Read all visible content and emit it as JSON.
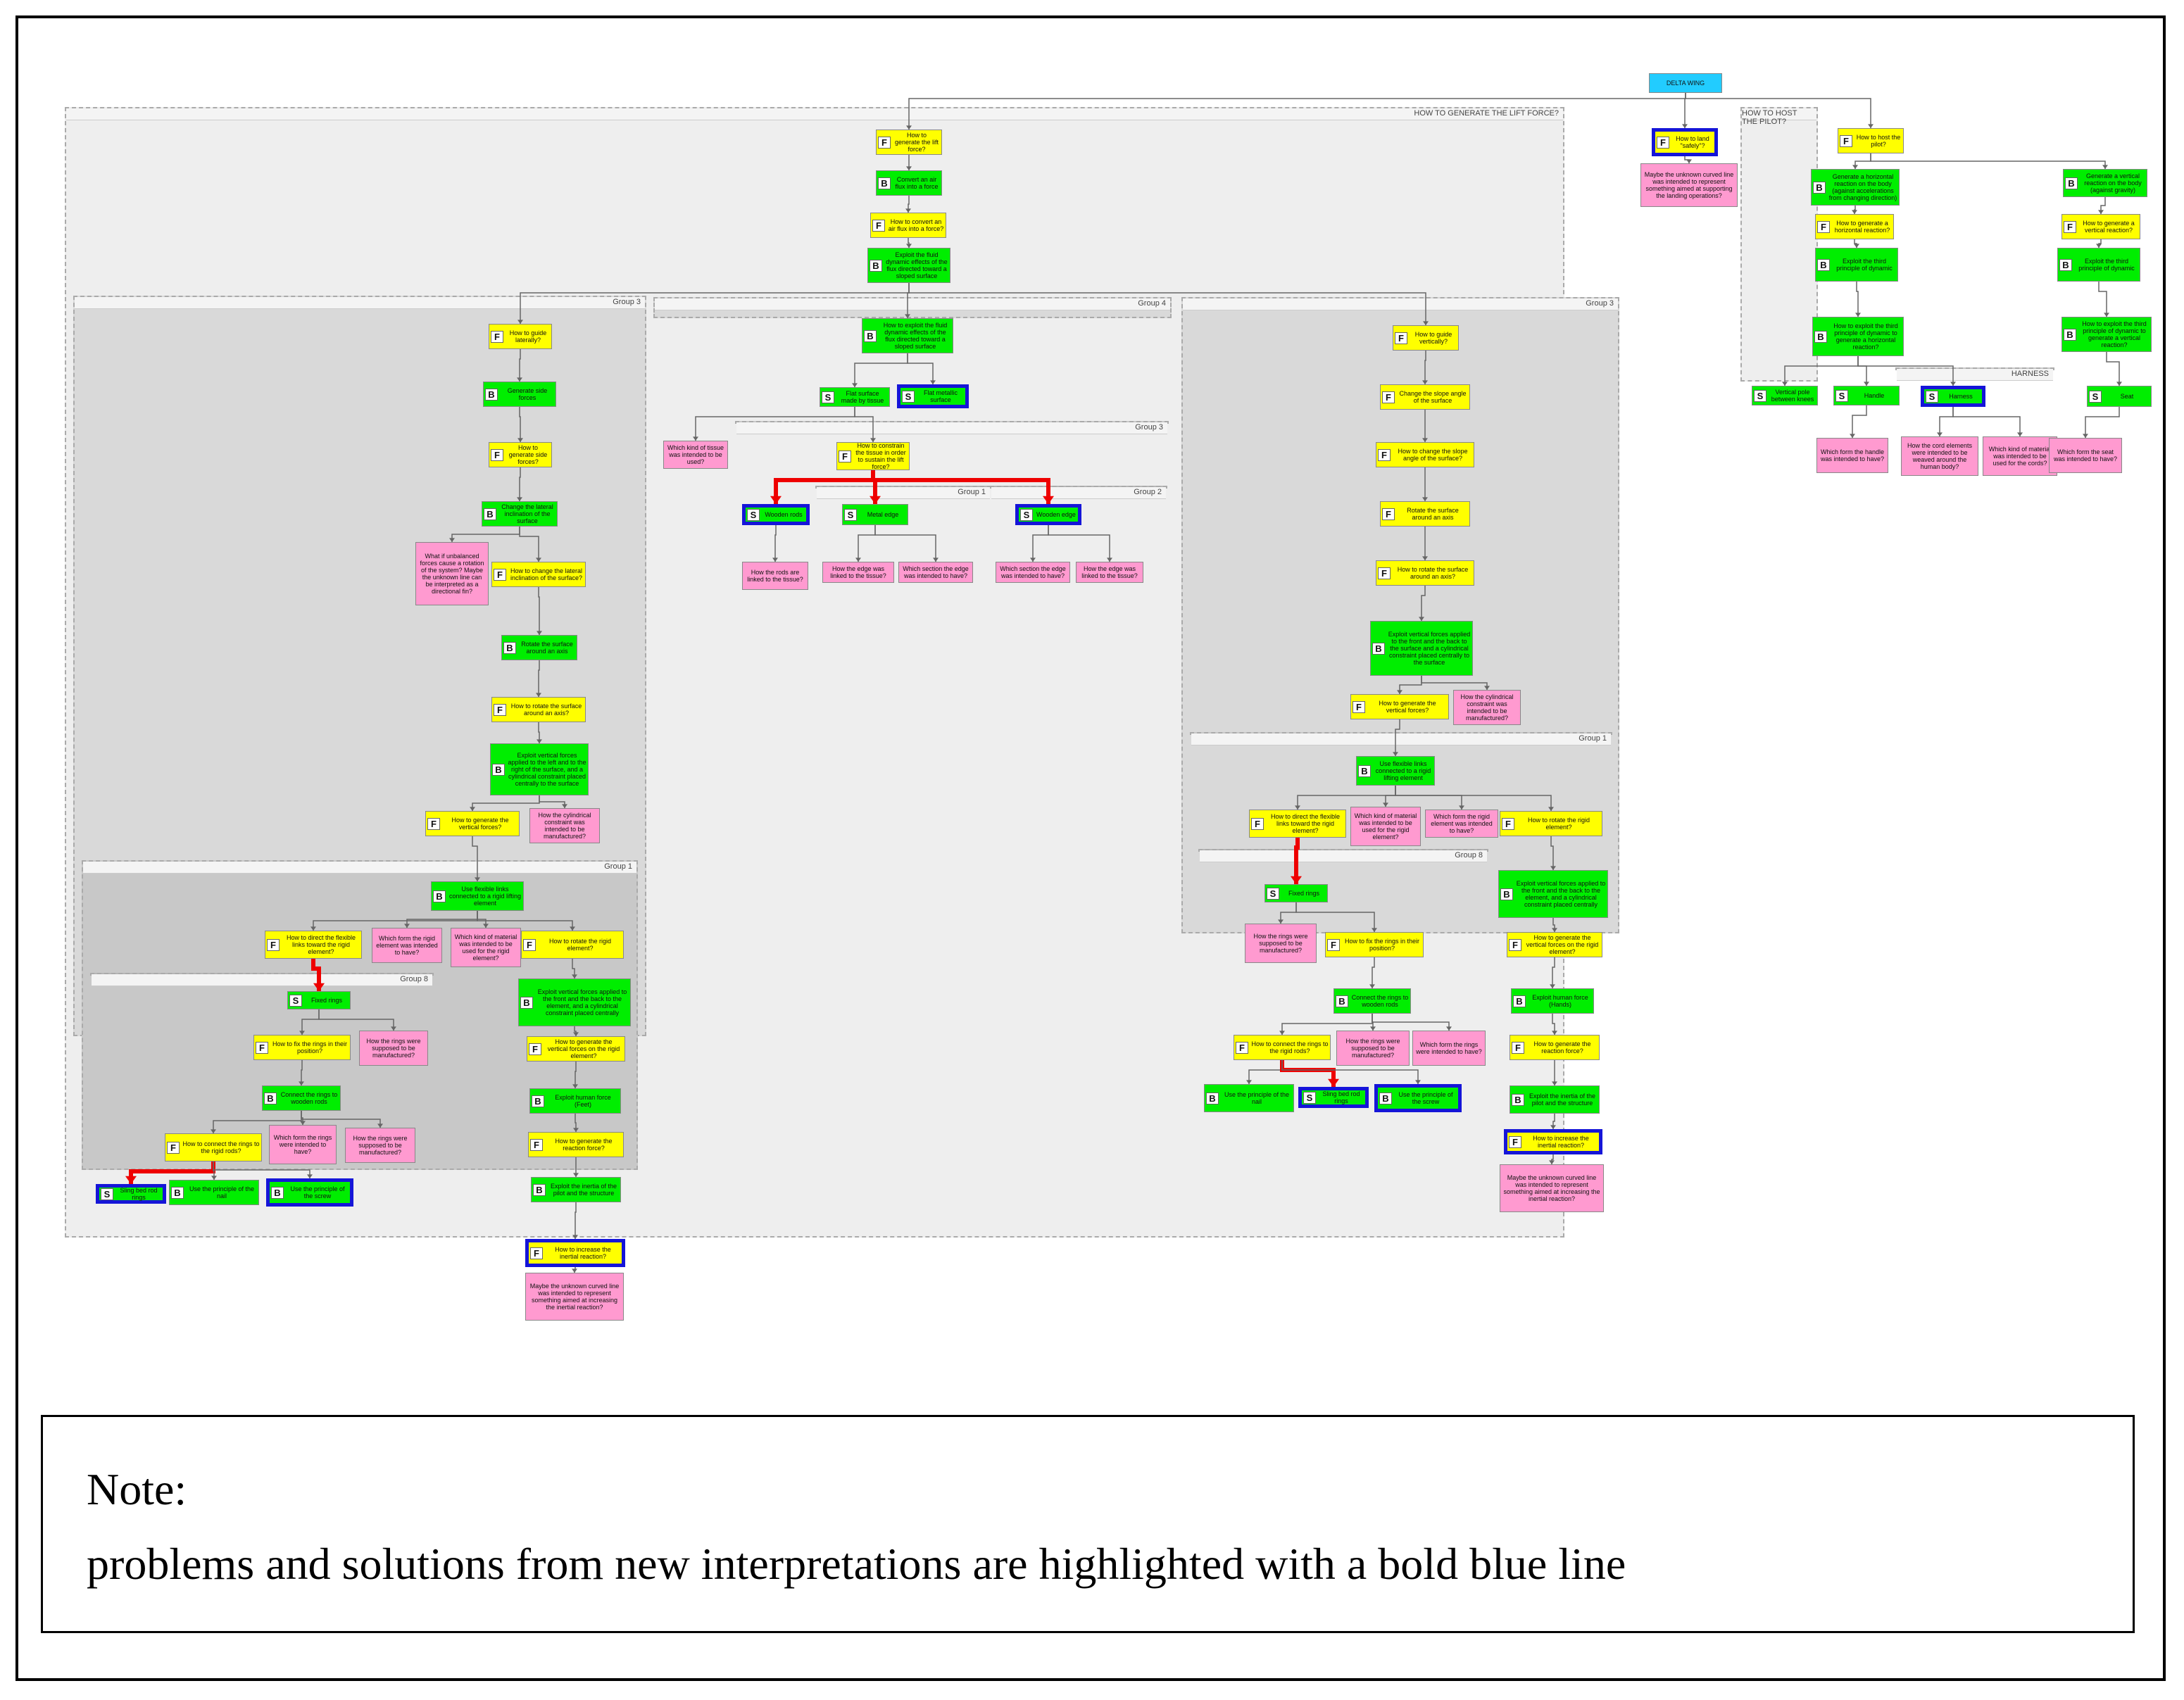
{
  "root": {
    "label": "DELTA WING"
  },
  "groups": [
    {
      "id": "lift",
      "label": "HOW TO GENERATE THE LIFT FORCE?"
    },
    {
      "id": "pilot",
      "label": "HOW TO HOST THE PILOT?"
    },
    {
      "id": "g3_left",
      "label": "Group 3"
    },
    {
      "id": "g1_left",
      "label": "Group 1"
    },
    {
      "id": "g8_left",
      "label": "Group 8"
    },
    {
      "id": "g4",
      "label": "Group 4"
    },
    {
      "id": "g3_mid",
      "label": "Group 3"
    },
    {
      "id": "g1_mid",
      "label": "Group 1"
    },
    {
      "id": "g2_mid",
      "label": "Group 2"
    },
    {
      "id": "g3_right",
      "label": "Group 3"
    },
    {
      "id": "g1_right",
      "label": "Group 1"
    },
    {
      "id": "g8_right",
      "label": "Group 8"
    },
    {
      "id": "harness",
      "label": "HARNESS"
    }
  ],
  "nodes": [
    {
      "id": "lift1",
      "type": "F",
      "text": "How to generate the lift force?"
    },
    {
      "id": "lift2",
      "type": "B",
      "text": "Convert an air flux into a force"
    },
    {
      "id": "lift3",
      "type": "F",
      "text": "How to convert an air flux into a force?"
    },
    {
      "id": "lift4",
      "type": "B",
      "text": "Exploit the fluid dynamic effects of the flux directed toward a sloped surface"
    },
    {
      "id": "gl1",
      "type": "F",
      "text": "How to guide laterally?"
    },
    {
      "id": "gl2",
      "type": "B",
      "text": "Generate side forces"
    },
    {
      "id": "gl3",
      "type": "F",
      "text": "How to generate side forces?"
    },
    {
      "id": "gl4",
      "type": "B",
      "text": "Change the lateral inclination of the surface"
    },
    {
      "id": "gl4p",
      "type": "P",
      "text": "What if unbalanced forces cause a rotation of the system? Maybe the unknown line can be interpreted as a directional fin?"
    },
    {
      "id": "gl5",
      "type": "F",
      "text": "How to change the lateral inclination of the surface?"
    },
    {
      "id": "gl6",
      "type": "B",
      "text": "Rotate the surface around an axis"
    },
    {
      "id": "gl7",
      "type": "F",
      "text": "How to rotate the surface around an axis?"
    },
    {
      "id": "gl8",
      "type": "B",
      "text": "Exploit vertical forces applied to the left and to the right of the surface, and a cylindrical constraint placed centrally to the surface"
    },
    {
      "id": "gl9",
      "type": "F",
      "text": "How to generate the vertical forces?"
    },
    {
      "id": "gl9p",
      "type": "P",
      "text": "How the cylindrical constraint was intended to be manufactured?"
    },
    {
      "id": "gl10",
      "type": "B",
      "text": "Use flexible links connected to a rigid lifting element"
    },
    {
      "id": "gl11",
      "type": "F",
      "text": "How to direct the flexible links toward the rigid element?"
    },
    {
      "id": "gl11p1",
      "type": "P",
      "text": "Which form the rigid element was intended to have?"
    },
    {
      "id": "gl11p2",
      "type": "P",
      "text": "Which kind of material was intended to be used for the rigid element?"
    },
    {
      "id": "gl12",
      "type": "F",
      "text": "How to rotate the rigid element?"
    },
    {
      "id": "gl13",
      "type": "S",
      "text": "Fixed rings"
    },
    {
      "id": "gl14",
      "type": "F",
      "text": "How to fix the rings in their position?"
    },
    {
      "id": "gl14p",
      "type": "P",
      "text": "How the rings were supposed to be manufactured?"
    },
    {
      "id": "gl15",
      "type": "B",
      "text": "Connect the rings to wooden rods"
    },
    {
      "id": "gl16",
      "type": "F",
      "text": "How to connect the rings to the rigid rods?"
    },
    {
      "id": "gl16p1",
      "type": "P",
      "text": "Which form the rings were intended to have?"
    },
    {
      "id": "gl16p2",
      "type": "P",
      "text": "How the rings were supposed to be manufactured?"
    },
    {
      "id": "gl17a",
      "type": "S",
      "text": "Sling bed rod rings"
    },
    {
      "id": "gl17b",
      "type": "B",
      "text": "Use the principle of the nail"
    },
    {
      "id": "gl17c",
      "type": "B",
      "text": "Use the principle of the screw"
    },
    {
      "id": "gl18",
      "type": "B",
      "text": "Exploit vertical forces applied to the front and the back to the element, and a cylindrical constraint placed centrally"
    },
    {
      "id": "gl19",
      "type": "F",
      "text": "How to generate the vertical forces on the rigid element?"
    },
    {
      "id": "gl20",
      "type": "B",
      "text": "Exploit human force (Feet)"
    },
    {
      "id": "gl21",
      "type": "F",
      "text": "How to generate the reaction force?"
    },
    {
      "id": "gl22",
      "type": "B",
      "text": "Exploit the inertia of the pilot and the structure"
    },
    {
      "id": "gl23",
      "type": "F",
      "text": "How to increase the inertial reaction?"
    },
    {
      "id": "gl23p",
      "type": "P",
      "text": "Maybe the unknown curved line was intended to represent something aimed at increasing the inertial reaction?"
    },
    {
      "id": "m1",
      "type": "B",
      "text": "How to exploit the fluid dynamic effects of the flux directed toward a sloped surface"
    },
    {
      "id": "m2",
      "type": "S",
      "text": "Flat surface made by tissue"
    },
    {
      "id": "m3",
      "type": "S",
      "text": "Flat metallic surface"
    },
    {
      "id": "m2p",
      "type": "P",
      "text": "Which kind of tissue was intended to be used?"
    },
    {
      "id": "m4",
      "type": "F",
      "text": "How to constrain the tissue in order to sustain the lift force?"
    },
    {
      "id": "m5",
      "type": "S",
      "text": "Wooden rods"
    },
    {
      "id": "m5p",
      "type": "P",
      "text": "How the rods are linked to the tissue?"
    },
    {
      "id": "m6",
      "type": "S",
      "text": "Metal edge"
    },
    {
      "id": "m6p1",
      "type": "P",
      "text": "How the edge was linked to the tissue?"
    },
    {
      "id": "m6p2",
      "type": "P",
      "text": "Which section the edge was intended to have?"
    },
    {
      "id": "m7",
      "type": "S",
      "text": "Wooden edge"
    },
    {
      "id": "m7p1",
      "type": "P",
      "text": "Which section the edge was intended to have?"
    },
    {
      "id": "m7p2",
      "type": "P",
      "text": "How the edge was linked to the tissue?"
    },
    {
      "id": "r1",
      "type": "F",
      "text": "How to guide vertically?"
    },
    {
      "id": "r2",
      "type": "F",
      "text": "Change the slope angle of the surface"
    },
    {
      "id": "r3",
      "type": "F",
      "text": "How to change the slope angle of the surface?"
    },
    {
      "id": "r4",
      "type": "F",
      "text": "Rotate the surface around an axis"
    },
    {
      "id": "r5",
      "type": "F",
      "text": "How to rotate the surface around an axis?"
    },
    {
      "id": "r6",
      "type": "B",
      "text": "Exploit vertical forces applied to the front and the back to the surface and a cylindrical constraint placed centrally to the surface"
    },
    {
      "id": "r7",
      "type": "F",
      "text": "How to generate the vertical forces?"
    },
    {
      "id": "r7p",
      "type": "P",
      "text": "How the cylindrical constraint was intended to be manufactured?"
    },
    {
      "id": "r8",
      "type": "B",
      "text": "Use flexible links connected to a rigid lifting element"
    },
    {
      "id": "r9",
      "type": "F",
      "text": "How to direct the flexible links toward the rigid element?"
    },
    {
      "id": "r9p1",
      "type": "P",
      "text": "Which kind of material was intended to be used for the rigid element?"
    },
    {
      "id": "r9p2",
      "type": "P",
      "text": "Which form the rigid element was intended to have?"
    },
    {
      "id": "r10",
      "type": "F",
      "text": "How to rotate the rigid element?"
    },
    {
      "id": "r11",
      "type": "S",
      "text": "Fixed rings"
    },
    {
      "id": "r11p",
      "type": "P",
      "text": "How the rings were supposed to be manufactured?"
    },
    {
      "id": "r12",
      "type": "F",
      "text": "How to fix the rings in their position?"
    },
    {
      "id": "r13",
      "type": "B",
      "text": "Connect the rings to wooden rods"
    },
    {
      "id": "r14",
      "type": "F",
      "text": "How to connect the rings to the rigid rods?"
    },
    {
      "id": "r14p1",
      "type": "P",
      "text": "How the rings were supposed to be manufactured?"
    },
    {
      "id": "r14p2",
      "type": "P",
      "text": "Which form the rings were intended to have?"
    },
    {
      "id": "r15a",
      "type": "B",
      "text": "Use the principle of the nail"
    },
    {
      "id": "r15b",
      "type": "S",
      "text": "Sling bed rod rings"
    },
    {
      "id": "r15c",
      "type": "B",
      "text": "Use the principle of the screw"
    },
    {
      "id": "r16",
      "type": "B",
      "text": "Exploit vertical forces applied to the front and the back to the element, and a cylindrical constraint placed centrally"
    },
    {
      "id": "r17",
      "type": "F",
      "text": "How to generate the vertical forces on the rigid element?"
    },
    {
      "id": "r18",
      "type": "B",
      "text": "Exploit human force (Hands)"
    },
    {
      "id": "r19",
      "type": "F",
      "text": "How to generate the reaction force?"
    },
    {
      "id": "r20",
      "type": "B",
      "text": "Exploit the inertia of the pilot and the structure"
    },
    {
      "id": "r21",
      "type": "F",
      "text": "How to increase the inertial reaction?"
    },
    {
      "id": "r21p",
      "type": "P",
      "text": "Maybe the unknown curved line was intended to represent something aimed at increasing the inertial reaction?"
    },
    {
      "id": "land",
      "type": "F",
      "text": "How to land \"safely\"?"
    },
    {
      "id": "landp",
      "type": "P",
      "text": "Maybe the unknown curved line was intended to represent something aimed at supporting the landing operations?"
    },
    {
      "id": "p1",
      "type": "F",
      "text": "How to host the pilot?"
    },
    {
      "id": "p2",
      "type": "B",
      "text": "Generate a horizontal reaction on the body (against accelerations from changing direction)"
    },
    {
      "id": "p3",
      "type": "B",
      "text": "Generate a vertical reaction on the body (against gravity)"
    },
    {
      "id": "p4",
      "type": "F",
      "text": "How to generate a horizontal reaction?"
    },
    {
      "id": "p5",
      "type": "F",
      "text": "How to generate a vertical reaction?"
    },
    {
      "id": "p6",
      "type": "B",
      "text": "Exploit the third principle of dynamic"
    },
    {
      "id": "p7",
      "type": "B",
      "text": "Exploit the third principle of dynamic"
    },
    {
      "id": "p8",
      "type": "B",
      "text": "How to exploit the third principle of dynamic to generate a horizontal reaction?"
    },
    {
      "id": "p9",
      "type": "B",
      "text": "How to exploit the third principle of dynamic to generate a vertical reaction?"
    },
    {
      "id": "p10",
      "type": "S",
      "text": "Vertical pole between knees"
    },
    {
      "id": "p11",
      "type": "S",
      "text": "Handle"
    },
    {
      "id": "p11p",
      "type": "P",
      "text": "Which form the handle was intended to have?"
    },
    {
      "id": "p12",
      "type": "S",
      "text": "Harness"
    },
    {
      "id": "p12p1",
      "type": "P",
      "text": "How the cord elements were intended to be weaved around the human body?"
    },
    {
      "id": "p12p2",
      "type": "P",
      "text": "Which kind of material was intended to be used for the cords?"
    },
    {
      "id": "p13",
      "type": "S",
      "text": "Seat"
    },
    {
      "id": "p13p",
      "type": "P",
      "text": "Which form the seat was intended to have?"
    }
  ],
  "edges": [
    [
      "root",
      "lift1"
    ],
    [
      "root",
      "land"
    ],
    [
      "root",
      "p1"
    ],
    [
      "lift1",
      "lift2"
    ],
    [
      "lift2",
      "lift3"
    ],
    [
      "lift3",
      "lift4"
    ],
    [
      "lift4",
      "gl1"
    ],
    [
      "lift4",
      "m1"
    ],
    [
      "lift4",
      "r1"
    ],
    [
      "gl1",
      "gl2"
    ],
    [
      "gl2",
      "gl3"
    ],
    [
      "gl3",
      "gl4"
    ],
    [
      "gl4",
      "gl4p"
    ],
    [
      "gl4",
      "gl5"
    ],
    [
      "gl5",
      "gl6"
    ],
    [
      "gl6",
      "gl7"
    ],
    [
      "gl7",
      "gl8"
    ],
    [
      "gl8",
      "gl9"
    ],
    [
      "gl8",
      "gl9p"
    ],
    [
      "gl9",
      "gl10"
    ],
    [
      "gl10",
      "gl11"
    ],
    [
      "gl10",
      "gl11p1"
    ],
    [
      "gl10",
      "gl11p2"
    ],
    [
      "gl10",
      "gl12"
    ],
    [
      "gl11",
      "gl13",
      "red"
    ],
    [
      "gl13",
      "gl14"
    ],
    [
      "gl13",
      "gl14p"
    ],
    [
      "gl14",
      "gl15"
    ],
    [
      "gl15",
      "gl16"
    ],
    [
      "gl15",
      "gl16p1"
    ],
    [
      "gl15",
      "gl16p2"
    ],
    [
      "gl16",
      "gl17a",
      "red"
    ],
    [
      "gl16",
      "gl17b"
    ],
    [
      "gl16",
      "gl17c"
    ],
    [
      "gl12",
      "gl18"
    ],
    [
      "gl18",
      "gl19"
    ],
    [
      "gl19",
      "gl20"
    ],
    [
      "gl20",
      "gl21"
    ],
    [
      "gl21",
      "gl22"
    ],
    [
      "gl22",
      "gl23"
    ],
    [
      "gl23",
      "gl23p"
    ],
    [
      "m1",
      "m2"
    ],
    [
      "m1",
      "m3"
    ],
    [
      "m2",
      "m2p"
    ],
    [
      "m2",
      "m4"
    ],
    [
      "m4",
      "m5",
      "red"
    ],
    [
      "m4",
      "m6",
      "red"
    ],
    [
      "m4",
      "m7",
      "red"
    ],
    [
      "m5",
      "m5p"
    ],
    [
      "m6",
      "m6p1"
    ],
    [
      "m6",
      "m6p2"
    ],
    [
      "m7",
      "m7p1"
    ],
    [
      "m7",
      "m7p2"
    ],
    [
      "r1",
      "r2"
    ],
    [
      "r2",
      "r3"
    ],
    [
      "r3",
      "r4"
    ],
    [
      "r4",
      "r5"
    ],
    [
      "r5",
      "r6"
    ],
    [
      "r6",
      "r7"
    ],
    [
      "r6",
      "r7p"
    ],
    [
      "r7",
      "r8"
    ],
    [
      "r8",
      "r9"
    ],
    [
      "r8",
      "r9p1"
    ],
    [
      "r8",
      "r9p2"
    ],
    [
      "r8",
      "r10"
    ],
    [
      "r9",
      "r11",
      "red"
    ],
    [
      "r11",
      "r11p"
    ],
    [
      "r11",
      "r12"
    ],
    [
      "r12",
      "r13"
    ],
    [
      "r13",
      "r14"
    ],
    [
      "r13",
      "r14p1"
    ],
    [
      "r13",
      "r14p2"
    ],
    [
      "r14",
      "r15a"
    ],
    [
      "r14",
      "r15b",
      "red"
    ],
    [
      "r14",
      "r15c"
    ],
    [
      "r10",
      "r16"
    ],
    [
      "r16",
      "r17"
    ],
    [
      "r17",
      "r18"
    ],
    [
      "r18",
      "r19"
    ],
    [
      "r19",
      "r20"
    ],
    [
      "r20",
      "r21"
    ],
    [
      "r21",
      "r21p"
    ],
    [
      "land",
      "landp"
    ],
    [
      "p1",
      "p2"
    ],
    [
      "p1",
      "p3"
    ],
    [
      "p2",
      "p4"
    ],
    [
      "p3",
      "p5"
    ],
    [
      "p4",
      "p6"
    ],
    [
      "p5",
      "p7"
    ],
    [
      "p6",
      "p8"
    ],
    [
      "p7",
      "p9"
    ],
    [
      "p8",
      "p10"
    ],
    [
      "p8",
      "p11"
    ],
    [
      "p8",
      "p12"
    ],
    [
      "p9",
      "p13"
    ],
    [
      "p11",
      "p11p"
    ],
    [
      "p12",
      "p12p1"
    ],
    [
      "p12",
      "p12p2"
    ],
    [
      "p13",
      "p13p"
    ]
  ],
  "highlighted": [
    "land",
    "m3",
    "m5",
    "m7",
    "gl17a",
    "gl17c",
    "gl23",
    "r15b",
    "r15c",
    "r21",
    "p12"
  ],
  "note": {
    "title": "Note:",
    "text": "problems and solutions from new interpretations are highlighted with a bold blue line"
  },
  "colors": {
    "function_question": "#ffff00",
    "behaviour_solution": "#00ee00",
    "problem": "#ff9ad0",
    "root": "#22ccff",
    "highlight_border": "#1515d8",
    "red_link": "#ee0000"
  }
}
